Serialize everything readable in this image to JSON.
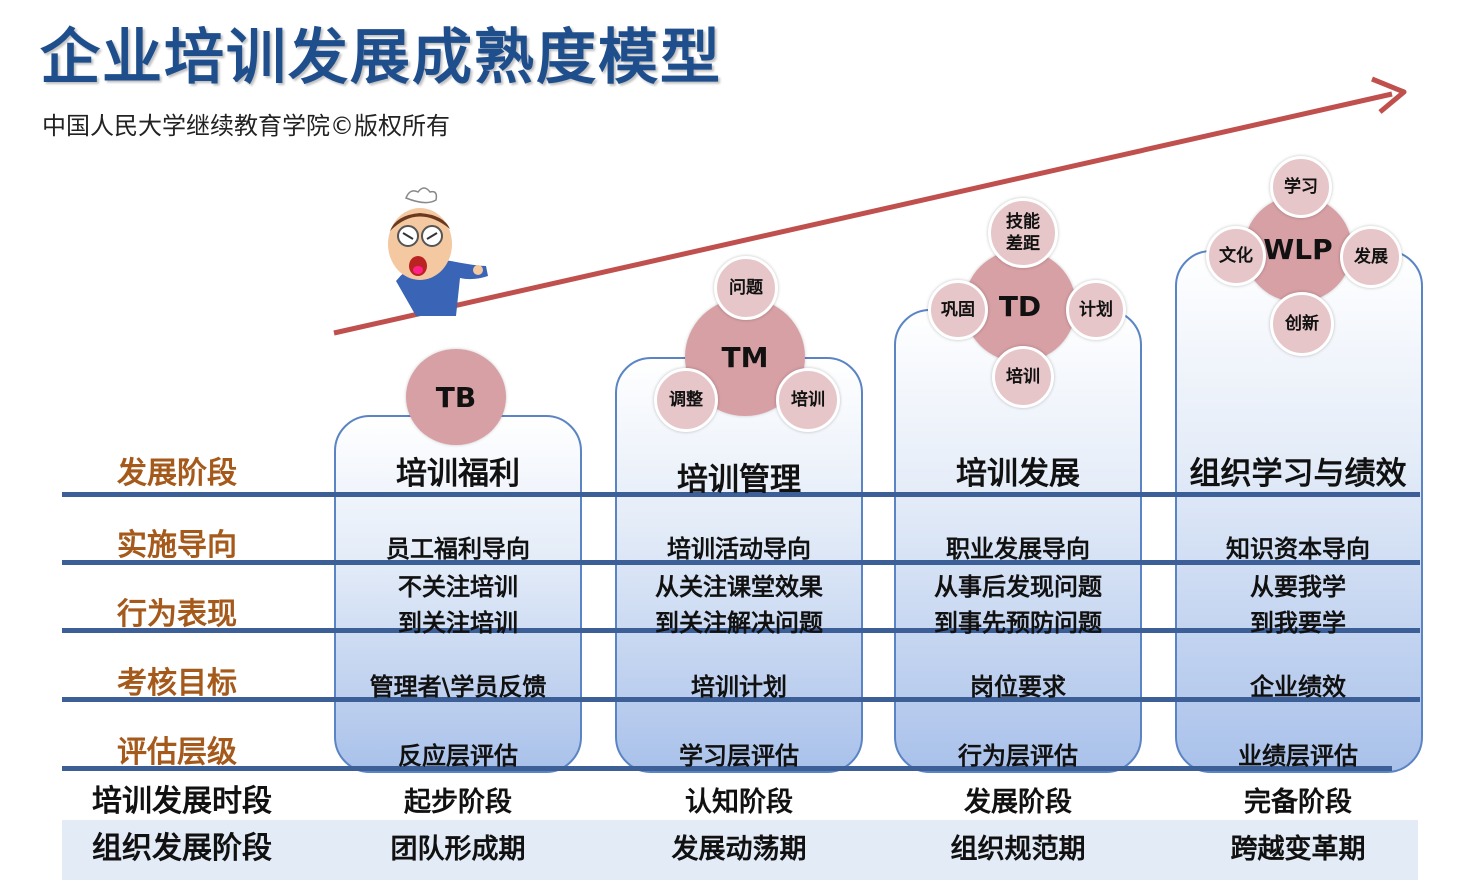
{
  "title": "企业培训发展成熟度模型",
  "subtitle": "中国人民大学继续教育学院©版权所有",
  "row_labels": [
    "发展阶段",
    "实施导向",
    "行为表现",
    "考核目标",
    "评估层级"
  ],
  "bottom_rows": [
    "培训发展时段",
    "组织发展阶段"
  ],
  "stages": [
    {
      "core": "TB",
      "satellites": [],
      "name": "培训福利",
      "orientation": "员工福利导向",
      "behavior": [
        "不关注培训",
        "到关注培训"
      ],
      "target": "管理者\\学员反馈",
      "eval": "反应层评估",
      "period": "起步阶段",
      "org_phase": "团队形成期"
    },
    {
      "core": "TM",
      "satellites": [
        "问题",
        "调整",
        "培训"
      ],
      "name": "培训管理",
      "orientation": "培训活动导向",
      "behavior": [
        "从关注课堂效果",
        "到关注解决问题"
      ],
      "target": "培训计划",
      "eval": "学习层评估",
      "period": "认知阶段",
      "org_phase": "发展动荡期"
    },
    {
      "core": "TD",
      "satellites": [
        "技能\n差距",
        "巩固",
        "计划",
        "培训"
      ],
      "name": "培训发展",
      "orientation": "职业发展导向",
      "behavior": [
        "从事后发现问题",
        "到事先预防问题"
      ],
      "target": "岗位要求",
      "eval": "行为层评估",
      "period": "发展阶段",
      "org_phase": "组织规范期"
    },
    {
      "core": "WLP",
      "satellites": [
        "学习",
        "文化",
        "发展",
        "创新"
      ],
      "name": "组织学习与绩效",
      "orientation": "知识资本导向",
      "behavior": [
        "从要我学",
        "到我要学"
      ],
      "target": "企业绩效",
      "eval": "业绩层评估",
      "period": "完备阶段",
      "org_phase": "跨越变革期"
    }
  ],
  "colors": {
    "title": "#1f4e8c",
    "row_label": "#a55a1c",
    "arrow": "#c0504d",
    "line": "#3c5f97",
    "bubble_core": "#d7a0a5",
    "bubble_satellite": "#e6c6c8"
  },
  "icons": [
    "angry-man-icon"
  ]
}
